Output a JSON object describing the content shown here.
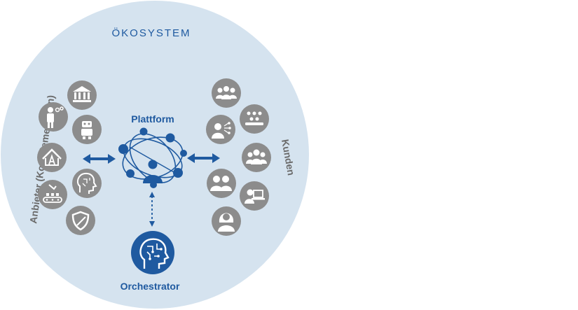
{
  "diagram": {
    "ecosystem_label": "ÖKOSYSTEM",
    "platform_label": "Plattform",
    "orchestrator_label": "Orchestrator",
    "providers_label": "Anbieter (Komplementoren)",
    "customers_label": "Kunden"
  },
  "icons": {
    "providers": [
      "bank-icon",
      "businessman-gears-icon",
      "robot-icon",
      "smart-home-icon",
      "ai-head-icon",
      "conveyor-robot-arm-icon",
      "shield-icon"
    ],
    "customers": [
      "group-icon",
      "presenter-network-icon",
      "audience-icon",
      "team-icon",
      "couple-icon",
      "laptop-user-icon",
      "woman-icon"
    ],
    "platform": "network-user-icon",
    "orchestrator": "ai-brain-head-icon"
  },
  "colors": {
    "ecosystem_fill": "#d5e3ef",
    "primary_blue": "#1f5aa0",
    "icon_gray": "#8c8c8c",
    "text_gray": "#6b6b6b"
  }
}
